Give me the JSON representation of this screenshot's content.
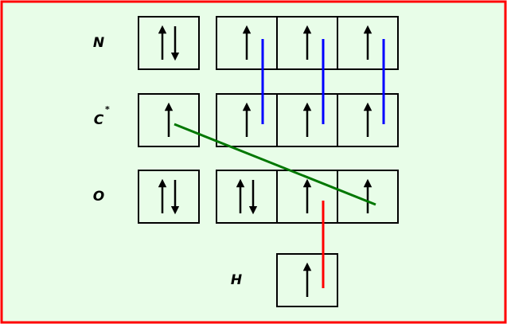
{
  "colors": {
    "background": "#e8fde8",
    "frame": "#ff0000",
    "box_border": "#000000",
    "arrow": "#000000",
    "bond_c_n": "#0000ff",
    "bond_c_o": "#007700",
    "bond_o_h": "#ff0000"
  },
  "atoms": [
    {
      "id": "n",
      "label": "N",
      "sup": "",
      "orbitals": [
        "up-down",
        "up",
        "up",
        "up"
      ]
    },
    {
      "id": "c",
      "label": "C",
      "sup": "*",
      "orbitals": [
        "up",
        "up",
        "up",
        "up"
      ]
    },
    {
      "id": "o",
      "label": "O",
      "sup": "",
      "orbitals": [
        "up-down",
        "up-down",
        "up",
        "up"
      ]
    },
    {
      "id": "h",
      "label": "H",
      "sup": "",
      "orbitals": [
        "up"
      ]
    }
  ],
  "bonds": [
    {
      "from": "c-orbital-2",
      "to": "n-orbital-2",
      "color_key": "bond_c_n"
    },
    {
      "from": "c-orbital-3",
      "to": "n-orbital-3",
      "color_key": "bond_c_n"
    },
    {
      "from": "c-orbital-4",
      "to": "n-orbital-4",
      "color_key": "bond_c_n"
    },
    {
      "from": "c-orbital-1",
      "to": "o-orbital-4",
      "color_key": "bond_c_o"
    },
    {
      "from": "o-orbital-3",
      "to": "h-orbital-1",
      "color_key": "bond_o_h"
    }
  ]
}
